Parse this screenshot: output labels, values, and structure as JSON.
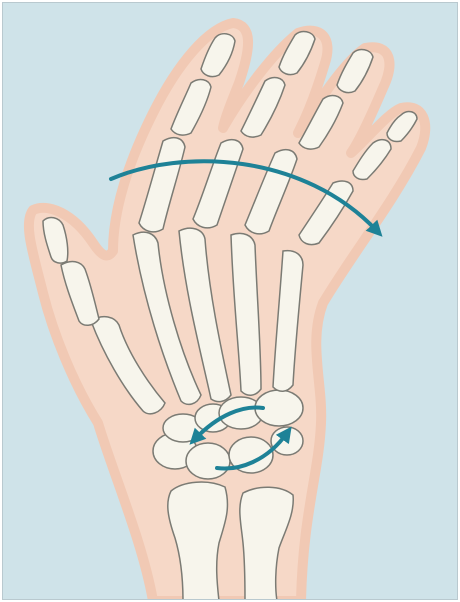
{
  "colors": {
    "background": "#cfe3e9",
    "frame_border": "#b9c9cf",
    "skin_outline": "#f1c9b4",
    "skin_fill": "#f6d8c7",
    "bone_fill": "#f7f5ec",
    "bone_stroke": "#7b7b74",
    "arrow": "#1e8297"
  },
  "labels": [],
  "arrows": [
    {
      "name": "finger-rotation-arrow",
      "direction": "left-to-right"
    },
    {
      "name": "carpal-rotation-arrow-upper",
      "direction": "right-to-left"
    },
    {
      "name": "carpal-rotation-arrow-lower",
      "direction": "left-to-right"
    }
  ]
}
